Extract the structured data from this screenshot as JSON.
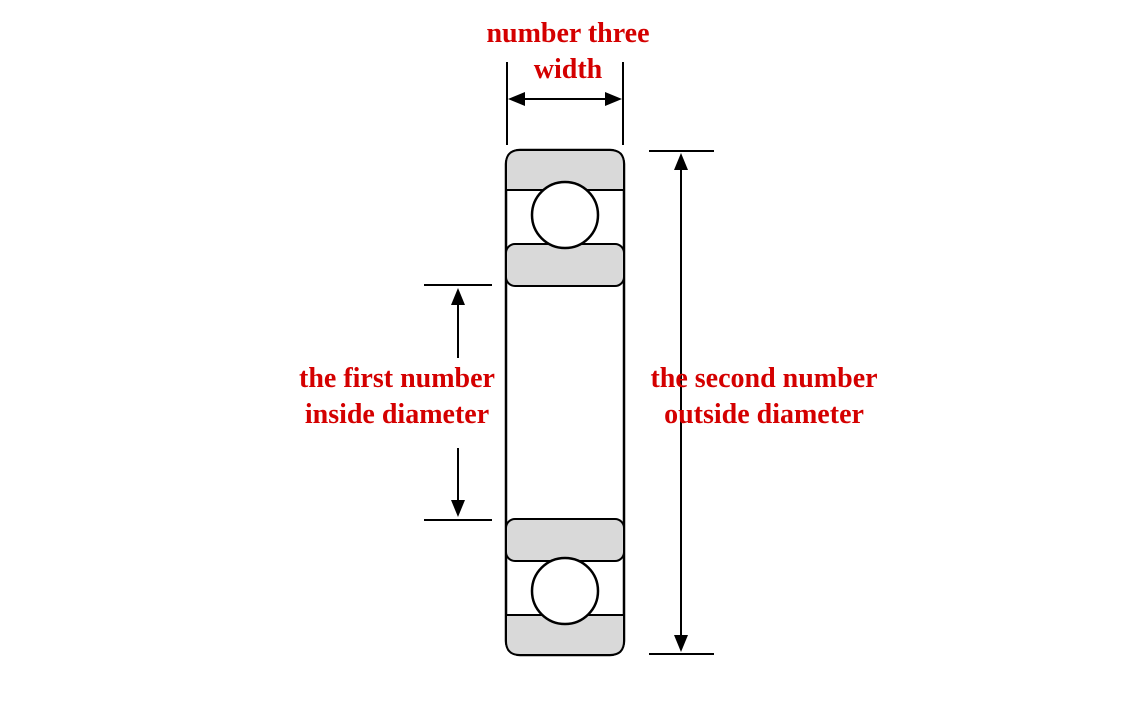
{
  "diagram": {
    "type": "bearing-dimension-diagram",
    "labels": {
      "width": {
        "line1": "number three",
        "line2": "width"
      },
      "inside_diameter": {
        "line1": "the first number",
        "line2": "inside diameter"
      },
      "outside_diameter": {
        "line1": "the second number",
        "line2": "outside diameter"
      }
    },
    "colors": {
      "label_red": "#d40000",
      "ring_fill_gray": "#d9d9d9",
      "line_black": "#000000",
      "background": "#ffffff"
    }
  }
}
